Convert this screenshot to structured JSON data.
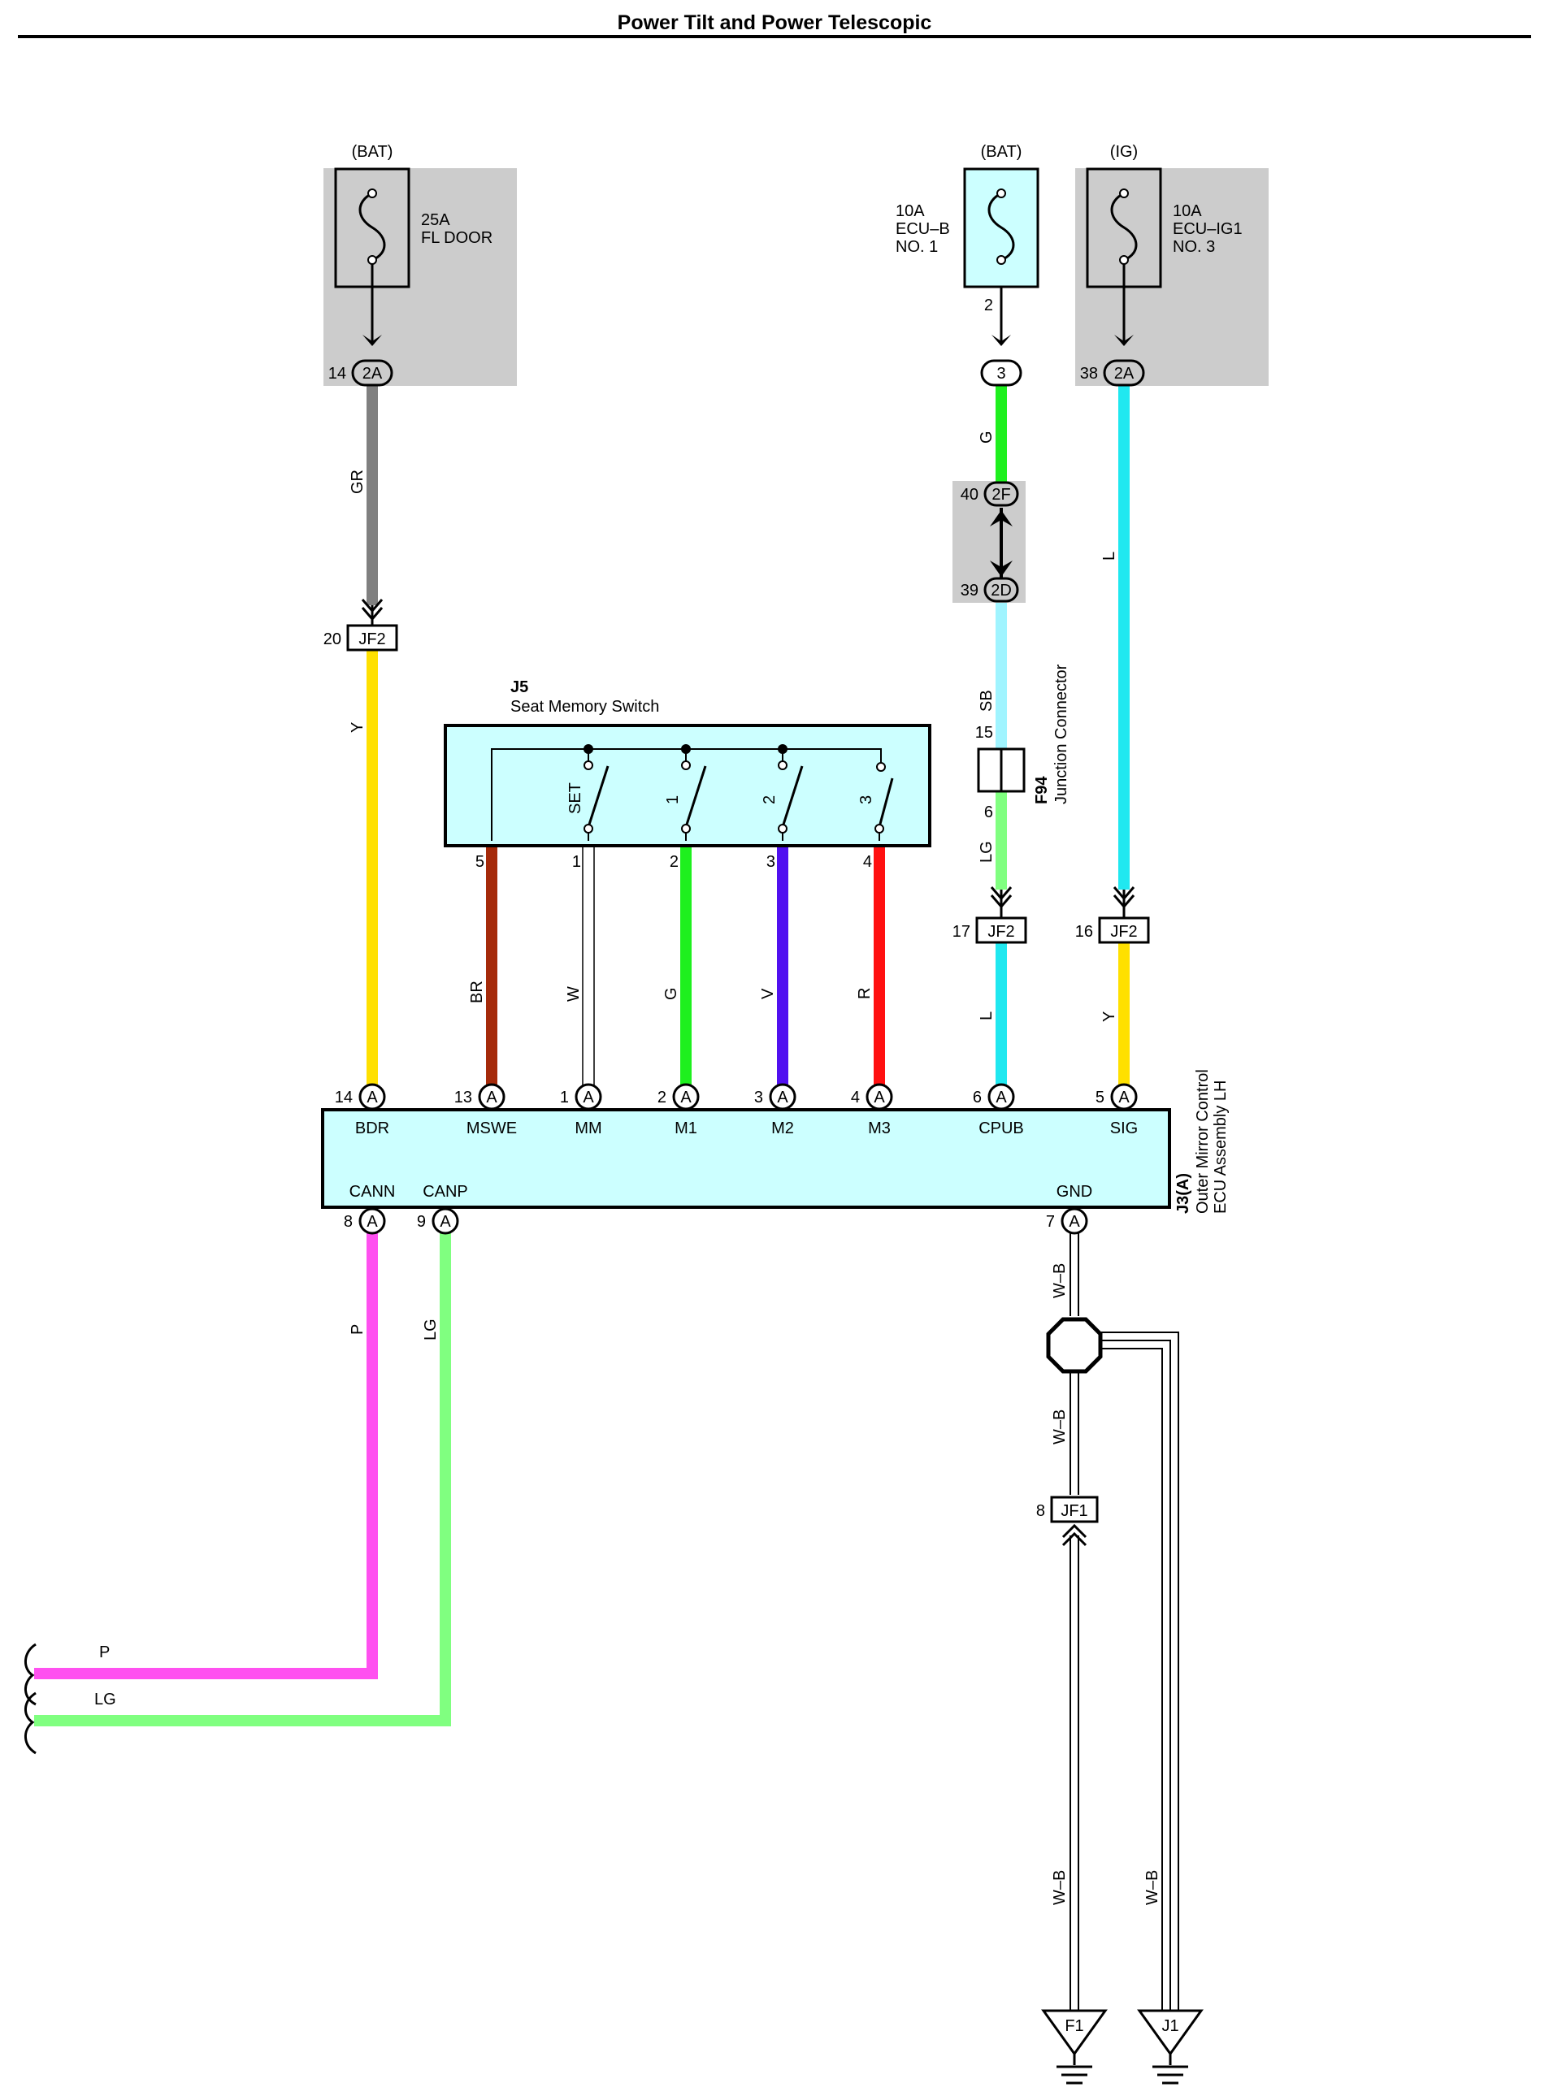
{
  "title": "Power Tilt and Power Telescopic",
  "fuses": [
    {
      "source": "(BAT)",
      "rating": "25A",
      "name": "FL DOOR",
      "name2": "",
      "pin_top": "",
      "pin": "14",
      "conn": "2A"
    },
    {
      "source": "(BAT)",
      "rating": "10A",
      "name": "ECU–B",
      "name2": "NO. 1",
      "pin_top": "2",
      "pin": "",
      "conn": "3"
    },
    {
      "source": "(IG)",
      "rating": "10A",
      "name": "ECU–IG1",
      "name2": "NO. 3",
      "pin_top": "",
      "pin": "38",
      "conn": "2A"
    }
  ],
  "junction_2f_2d": {
    "pin_a": "40",
    "conn_a": "2F",
    "pin_b": "39",
    "conn_b": "2D"
  },
  "f94": {
    "id": "F94",
    "name": "Junction Connector",
    "pin_in": "15",
    "pin_out": "6"
  },
  "jf2_left": {
    "pin": "20",
    "name": "JF2"
  },
  "jf2_mid": {
    "pin": "17",
    "name": "JF2"
  },
  "jf2_right": {
    "pin": "16",
    "name": "JF2"
  },
  "jf1": {
    "pin": "8",
    "name": "JF1"
  },
  "switch": {
    "id": "J5",
    "name": "Seat Memory Switch",
    "contacts": [
      "SET",
      "1",
      "2",
      "3"
    ],
    "pins": [
      "5",
      "1",
      "2",
      "3",
      "4"
    ]
  },
  "ecu": {
    "id": "J3(A)",
    "name1": "Outer Mirror Control",
    "name2": "ECU Assembly LH",
    "top_terminals": [
      {
        "pin": "14",
        "conn": "A",
        "label": "BDR"
      },
      {
        "pin": "13",
        "conn": "A",
        "label": "MSWE"
      },
      {
        "pin": "1",
        "conn": "A",
        "label": "MM"
      },
      {
        "pin": "2",
        "conn": "A",
        "label": "M1"
      },
      {
        "pin": "3",
        "conn": "A",
        "label": "M2"
      },
      {
        "pin": "4",
        "conn": "A",
        "label": "M3"
      },
      {
        "pin": "6",
        "conn": "A",
        "label": "CPUB"
      },
      {
        "pin": "5",
        "conn": "A",
        "label": "SIG"
      }
    ],
    "bottom_terminals": [
      {
        "pin": "8",
        "conn": "A",
        "label": "CANN"
      },
      {
        "pin": "9",
        "conn": "A",
        "label": "CANP"
      },
      {
        "pin": "7",
        "conn": "A",
        "label": "GND"
      }
    ]
  },
  "wire_labels": {
    "gr": "GR",
    "y_left": "Y",
    "br": "BR",
    "w": "W",
    "g_sw": "G",
    "v": "V",
    "r": "R",
    "g_top": "G",
    "sb": "SB",
    "lg_mid": "LG",
    "l_mid": "L",
    "l_right": "L",
    "y_right": "Y",
    "p": "P",
    "lg_can": "LG",
    "p_h": "P",
    "lg_h": "LG",
    "wb_1": "W–B",
    "wb_2": "W–B",
    "wb_3": "W–B",
    "wb_4": "W–B"
  },
  "grounds": [
    "F1",
    "J1"
  ],
  "colors": {
    "gray": "#808080",
    "yellow": "#FFE000",
    "brown": "#A52A0A",
    "white": "#FFFFFF",
    "green": "#1EF01E",
    "violet": "#5010F0",
    "red": "#FF1010",
    "cyan": "#20E8F0",
    "light_green": "#80FF80",
    "sky_blue": "#A0F4FF",
    "pink": "#FF50F0",
    "box_fill": "#CCFFFF",
    "shade": "#CCCCCC"
  }
}
